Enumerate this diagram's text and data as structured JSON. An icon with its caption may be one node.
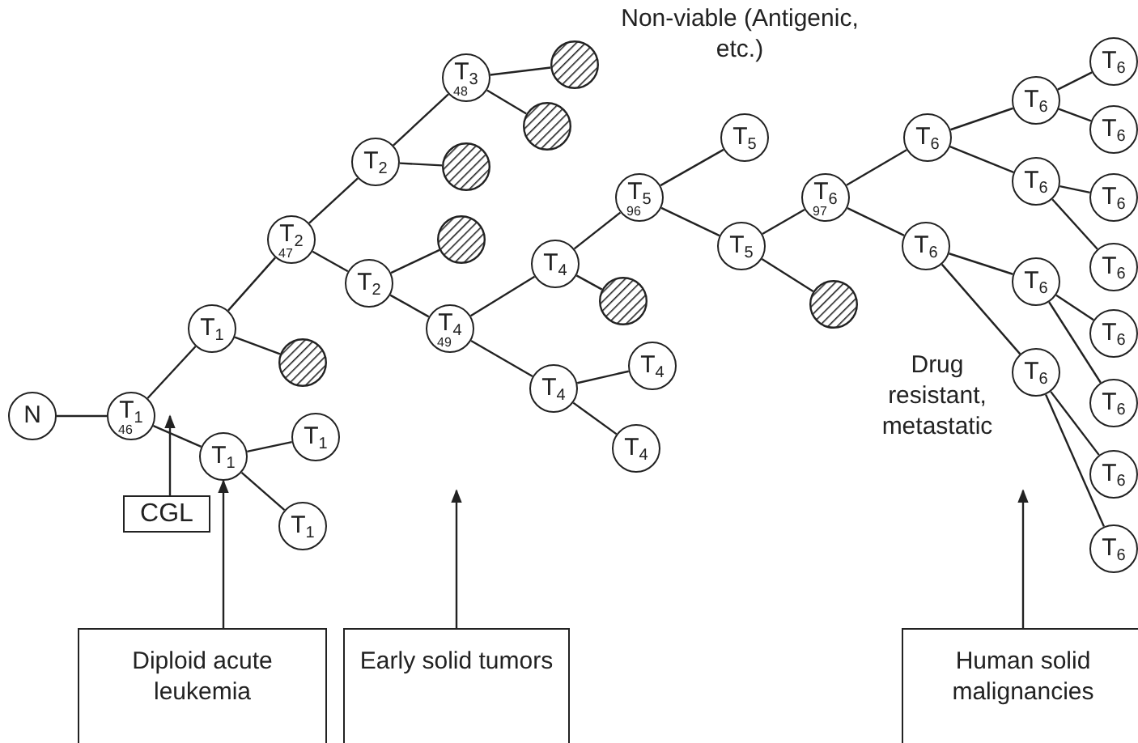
{
  "diagram": {
    "nodes": [
      {
        "text": [
          "N"
        ]
      },
      {
        "text": [
          "T$_{1}$",
          "46"
        ]
      },
      {
        "text": [
          "T$_{1}$"
        ]
      },
      {
        "text": [],
        "shape": "circle"
      },
      {
        "text": [
          "T$_{1}$"
        ]
      },
      {
        "text": [
          "T$_{1}$"
        ]
      },
      {
        "text": [
          "T$_{1}$"
        ]
      },
      {
        "text": [
          "T$_{2}$",
          "47"
        ]
      },
      {
        "text": [
          "T$_{2}$"
        ]
      },
      {
        "text": [],
        "shape": "circle"
      },
      {
        "text": [
          "T$_{3}$",
          "48"
        ]
      },
      {
        "text": [],
        "shape": "circle"
      },
      {
        "text": [],
        "shape": "circle"
      },
      {
        "text": [
          "T$_{2}$"
        ]
      },
      {
        "text": [],
        "shape": "circle"
      },
      {
        "text": [
          "T$_{4}$",
          "49"
        ]
      },
      {
        "text": [
          "T$_{4}$"
        ]
      },
      {
        "text": [],
        "shape": "circle"
      },
      {
        "text": [
          "T$_{4}$"
        ]
      },
      {
        "text": [
          "T$_{4}$"
        ]
      },
      {
        "text": [
          "T$_{4}$"
        ]
      },
      {
        "text": [
          "T$_{5}$",
          "96"
        ]
      },
      {
        "text": [
          "T$_{5}$"
        ]
      },
      {
        "text": [
          "T$_{5}$"
        ]
      },
      {
        "text": [],
        "shape": "circle"
      },
      {
        "text": [
          "T$_{6}$",
          "97"
        ]
      },
      {
        "text": [
          "T$_{6}$"
        ]
      },
      {
        "text": [
          "T$_{6}$"
        ]
      },
      {
        "text": [
          "T$_{6}$"
        ]
      },
      {
        "text": [
          "T$_{6}$"
        ]
      },
      {
        "text": [
          "T$_{6}$"
        ]
      },
      {
        "text": [
          "T$_{6}$"
        ]
      },
      {
        "text": [
          "T$_{6}$"
        ]
      },
      {
        "text": [
          "T$_{6}$"
        ]
      },
      {
        "text": [
          "T$_{6}$"
        ]
      },
      {
        "text": [
          "T$_{6}$"
        ]
      },
      {
        "text": [
          "T$_{6}$"
        ]
      },
      {
        "text": [
          "T$_{6}$"
        ]
      },
      {
        "text": [
          "T$_{6}$"
        ]
      },
      {
        "text": [
          "T$_{6}$"
        ]
      },
      {
        "text": [
          "CGL"
        ]
      },
      {
        "text": [
          "Diploid acute leukemia"
        ]
      },
      {
        "text": [
          "Early solid tumors"
        ]
      },
      {
        "text": [
          "Human solid malignancies"
        ]
      }
    ],
    "edges": [
      {
        "from": 0,
        "to": 1,
        "arrow": "none"
      },
      {
        "from": 1,
        "to": 2,
        "arrow": "none"
      },
      {
        "from": 1,
        "to": 4,
        "arrow": "none"
      },
      {
        "from": 2,
        "to": 3,
        "arrow": "none"
      },
      {
        "from": 2,
        "to": 7,
        "arrow": "none"
      },
      {
        "from": 4,
        "to": 5,
        "arrow": "none"
      },
      {
        "from": 4,
        "to": 6,
        "arrow": "none"
      },
      {
        "from": 7,
        "to": 8,
        "arrow": "none"
      },
      {
        "from": 7,
        "to": 13,
        "arrow": "none"
      },
      {
        "from": 8,
        "to": 9,
        "arrow": "none"
      },
      {
        "from": 8,
        "to": 10,
        "arrow": "none"
      },
      {
        "from": 10,
        "to": 11,
        "arrow": "none"
      },
      {
        "from": 10,
        "to": 12,
        "arrow": "none"
      },
      {
        "from": 13,
        "to": 14,
        "arrow": "none"
      },
      {
        "from": 13,
        "to": 15,
        "arrow": "none"
      },
      {
        "from": 15,
        "to": 16,
        "arrow": "none"
      },
      {
        "from": 15,
        "to": 18,
        "arrow": "none"
      },
      {
        "from": 16,
        "to": 17,
        "arrow": "none"
      },
      {
        "from": 16,
        "to": 21,
        "arrow": "none"
      },
      {
        "from": 18,
        "to": 19,
        "arrow": "none"
      },
      {
        "from": 18,
        "to": 20,
        "arrow": "none"
      },
      {
        "from": 21,
        "to": 22,
        "arrow": "none"
      },
      {
        "from": 21,
        "to": 23,
        "arrow": "none"
      },
      {
        "from": 23,
        "to": 24,
        "arrow": "none"
      },
      {
        "from": 23,
        "to": 25,
        "arrow": "none"
      },
      {
        "from": 25,
        "to": 26,
        "arrow": "none"
      },
      {
        "from": 25,
        "to": 27,
        "arrow": "none"
      },
      {
        "from": 26,
        "to": 28,
        "arrow": "none"
      },
      {
        "from": 26,
        "to": 29,
        "arrow": "none"
      },
      {
        "from": 27,
        "to": 30,
        "arrow": "none"
      },
      {
        "from": 27,
        "to": 31,
        "arrow": "none"
      },
      {
        "from": 28,
        "to": 32,
        "arrow": "none"
      },
      {
        "from": 28,
        "to": 33,
        "arrow": "none"
      },
      {
        "from": 29,
        "to": 34,
        "arrow": "none"
      },
      {
        "from": 29,
        "to": 35,
        "arrow": "none"
      },
      {
        "from": 30,
        "to": 36,
        "arrow": "none"
      },
      {
        "from": 30,
        "to": 37,
        "arrow": "none"
      },
      {
        "from": 31,
        "to": 38,
        "arrow": "none"
      },
      {
        "from": 31,
        "to": 39,
        "arrow": "none"
      },
      {
        "from": 40,
        "to": 1,
        "arrow": "to"
      },
      {
        "from": 41,
        "to": 4,
        "arrow": "to"
      },
      {
        "from": 42,
        "to": null,
        "arrow": "to"
      },
      {
        "from": 43,
        "to": null,
        "arrow": "to"
      }
    ],
    "labels": [
      "Non-viable (Antigenic, etc.)",
      "Drug resistant, metastatic"
    ]
  }
}
